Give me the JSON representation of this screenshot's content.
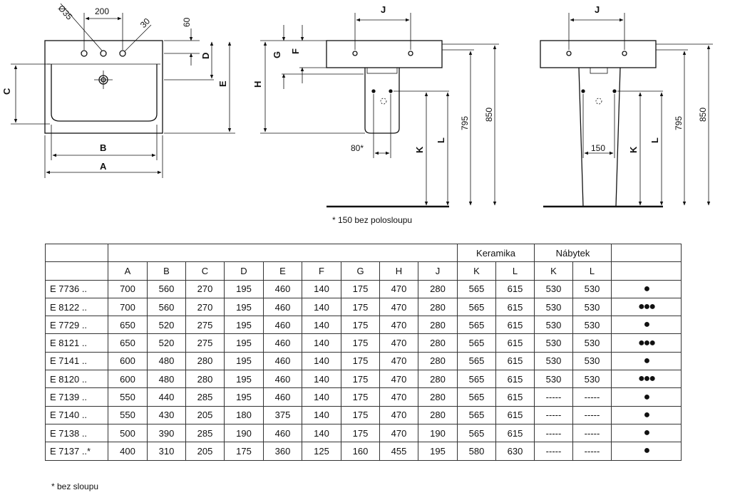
{
  "drawing": {
    "dims": {
      "dia": "Ø35",
      "spacing": "200",
      "angle": "30",
      "depth": "60",
      "A": "A",
      "B": "B",
      "C": "C",
      "D": "D",
      "E": "E",
      "F": "F",
      "G": "G",
      "H": "H",
      "J": "J",
      "K": "K",
      "L": "L",
      "h795": "795",
      "h850": "850",
      "w80": "80*",
      "w150": "150"
    },
    "note_polosloup": "* 150 bez polosloupu"
  },
  "table": {
    "groups": {
      "keramika": "Keramika",
      "nabytek": "Nábytek"
    },
    "headers": [
      "A",
      "B",
      "C",
      "D",
      "E",
      "F",
      "G",
      "H",
      "J",
      "K",
      "L",
      "K",
      "L"
    ],
    "rows": [
      {
        "model": "E 7736 ..",
        "vals": [
          "700",
          "560",
          "270",
          "195",
          "460",
          "140",
          "175",
          "470",
          "280",
          "565",
          "615",
          "530",
          "530"
        ],
        "mark": "●"
      },
      {
        "model": "E 8122 ..",
        "vals": [
          "700",
          "560",
          "270",
          "195",
          "460",
          "140",
          "175",
          "470",
          "280",
          "565",
          "615",
          "530",
          "530"
        ],
        "mark": "●●●"
      },
      {
        "model": "E 7729 ..",
        "vals": [
          "650",
          "520",
          "275",
          "195",
          "460",
          "140",
          "175",
          "470",
          "280",
          "565",
          "615",
          "530",
          "530"
        ],
        "mark": "●"
      },
      {
        "model": "E 8121 ..",
        "vals": [
          "650",
          "520",
          "275",
          "195",
          "460",
          "140",
          "175",
          "470",
          "280",
          "565",
          "615",
          "530",
          "530"
        ],
        "mark": "●●●"
      },
      {
        "model": "E 7141 ..",
        "vals": [
          "600",
          "480",
          "280",
          "195",
          "460",
          "140",
          "175",
          "470",
          "280",
          "565",
          "615",
          "530",
          "530"
        ],
        "mark": "●"
      },
      {
        "model": "E 8120 ..",
        "vals": [
          "600",
          "480",
          "280",
          "195",
          "460",
          "140",
          "175",
          "470",
          "280",
          "565",
          "615",
          "530",
          "530"
        ],
        "mark": "●●●"
      },
      {
        "model": "E 7139 ..",
        "vals": [
          "550",
          "440",
          "285",
          "195",
          "460",
          "140",
          "175",
          "470",
          "280",
          "565",
          "615",
          "-----",
          "-----"
        ],
        "mark": "●"
      },
      {
        "model": "E 7140 ..",
        "vals": [
          "550",
          "430",
          "205",
          "180",
          "375",
          "140",
          "175",
          "470",
          "280",
          "565",
          "615",
          "-----",
          "-----"
        ],
        "mark": "●"
      },
      {
        "model": "E 7138 ..",
        "vals": [
          "500",
          "390",
          "285",
          "190",
          "460",
          "140",
          "175",
          "470",
          "190",
          "565",
          "615",
          "-----",
          "-----"
        ],
        "mark": "●"
      },
      {
        "model": "E 7137 ..*",
        "vals": [
          "400",
          "310",
          "205",
          "175",
          "360",
          "125",
          "160",
          "455",
          "195",
          "580",
          "630",
          "-----",
          "-----"
        ],
        "mark": "●"
      }
    ]
  },
  "footnote": "* bez sloupu"
}
